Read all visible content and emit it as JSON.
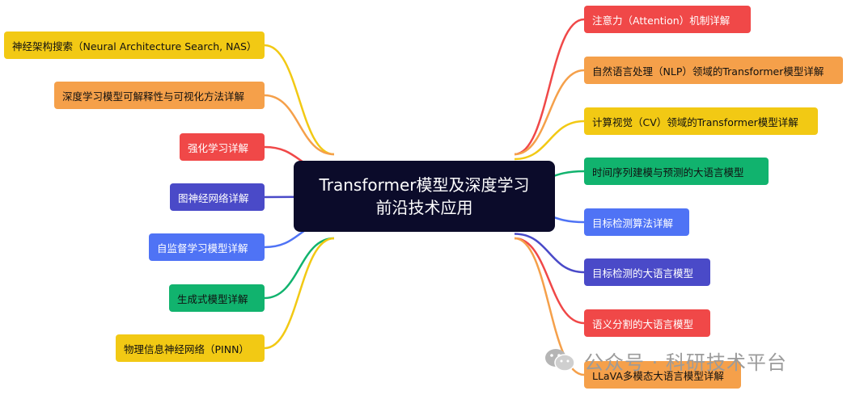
{
  "center": {
    "line1": "Transformer模型及深度学习",
    "line2": "前沿技术应用",
    "color": "#0b0b2a"
  },
  "left_nodes": [
    {
      "label": "神经架构搜索（Neural Architecture Search, NAS）",
      "color": "#f2c914",
      "wire": "#f2c914",
      "text": "dark"
    },
    {
      "label": "深度学习模型可解释性与可视化方法详解",
      "color": "#f5a04a",
      "wire": "#f5a04a",
      "text": "dark"
    },
    {
      "label": "强化学习详解",
      "color": "#f04848",
      "wire": "#f04848",
      "text": "light"
    },
    {
      "label": "图神经网络详解",
      "color": "#4a4ac8",
      "wire": "#4a4ac8",
      "text": "light"
    },
    {
      "label": "自监督学习模型详解",
      "color": "#4f73f5",
      "wire": "#4f73f5",
      "text": "light"
    },
    {
      "label": "生成式模型详解",
      "color": "#11b36e",
      "wire": "#11b36e",
      "text": "dark"
    },
    {
      "label": "物理信息神经网络（PINN）",
      "color": "#f2c914",
      "wire": "#f2c914",
      "text": "dark"
    }
  ],
  "right_nodes": [
    {
      "label": "注意力（Attention）机制详解",
      "color": "#f04848",
      "wire": "#f04848",
      "text": "light"
    },
    {
      "label": "自然语言处理（NLP）领域的Transformer模型详解",
      "color": "#f5a04a",
      "wire": "#f5a04a",
      "text": "dark"
    },
    {
      "label": "计算视觉（CV）领域的Transformer模型详解",
      "color": "#f2c914",
      "wire": "#f2c914",
      "text": "dark"
    },
    {
      "label": "时间序列建模与预测的大语言模型",
      "color": "#11b36e",
      "wire": "#11b36e",
      "text": "dark"
    },
    {
      "label": "目标检测算法详解",
      "color": "#4f73f5",
      "wire": "#4f73f5",
      "text": "light"
    },
    {
      "label": "目标检测的大语言模型",
      "color": "#4a4ac8",
      "wire": "#4a4ac8",
      "text": "light"
    },
    {
      "label": "语义分割的大语言模型",
      "color": "#f04848",
      "wire": "#f04848",
      "text": "light"
    },
    {
      "label": "LLaVA多模态大语言模型详解",
      "color": "#f5a04a",
      "wire": "#f5a04a",
      "text": "dark"
    }
  ],
  "watermark": {
    "text": "公众号 · 科研技术平台",
    "icon": "wechat-icon"
  }
}
